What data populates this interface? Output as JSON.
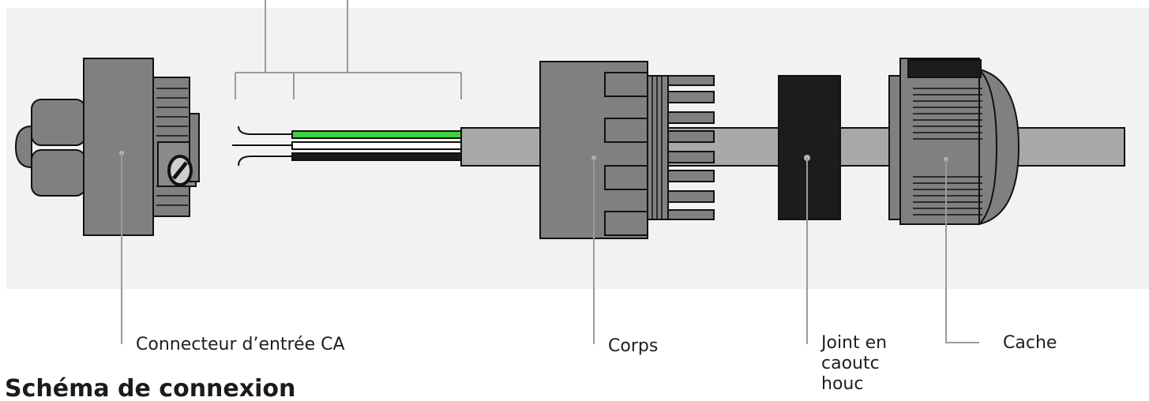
{
  "labels": {
    "ac_input_connector": "Connecteur d’entrée CA",
    "body": "Corps",
    "rubber_seal": "Joint en caoutc houc",
    "cap": "Cache"
  },
  "heading": {
    "text": "Schéma de connexion"
  },
  "colors": {
    "panel_background": "#f2f2f2",
    "part_gray": "#808080",
    "part_dark": "#5e5e5e",
    "cable_sheath": "#a8a8a8",
    "seal_black": "#1c1c1c",
    "outline": "#111111",
    "leader_line": "#9a9a9a",
    "wire_green": "#3ed13e",
    "wire_white": "#ffffff",
    "wire_black": "#1a1a1a"
  }
}
